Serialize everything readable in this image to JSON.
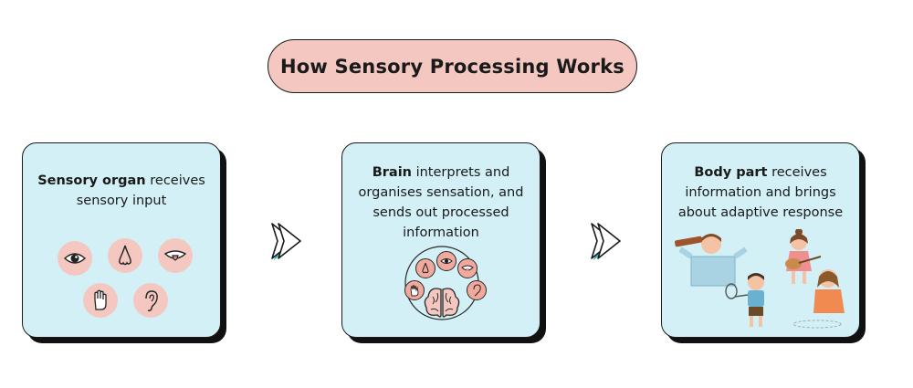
{
  "title": "How Sensory Processing Works",
  "cards": [
    {
      "bold": "Sensory organ",
      "rest": " receives sensory input"
    },
    {
      "bold": "Brain",
      "rest": " interprets and organises sensation, and sends out processed information"
    },
    {
      "bold": "Body part",
      "rest": " receives information and brings about adaptive response"
    }
  ],
  "icons": {
    "senses": [
      "eye-icon",
      "nose-icon",
      "mouth-icon",
      "hand-icon",
      "ear-icon"
    ],
    "arrow": "chevron-right-icon",
    "brain": "brain-icon",
    "children": "children-playing-illustration"
  },
  "colors": {
    "title_fill": "#f4c7c0",
    "card_fill": "#d3f0f6",
    "icon_fill": "#f4c7c0",
    "shadow": "#111111",
    "arrow_outline": "#3bb3c3"
  }
}
